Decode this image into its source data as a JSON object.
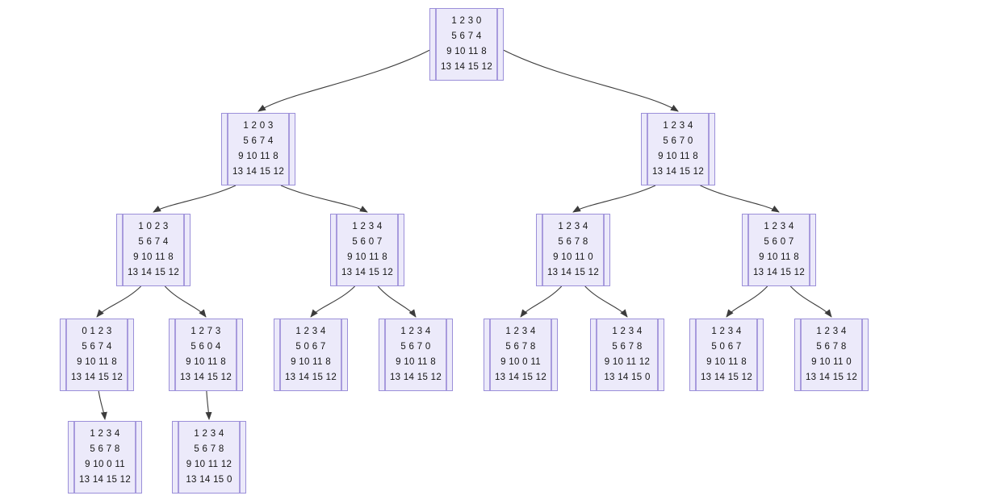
{
  "diagram": {
    "title": "fifteen-puzzle-search-tree"
  },
  "colors": {
    "node_fill": "#eceafa",
    "node_border": "#9b8fd9",
    "edge": "#3c3c3c",
    "text": "#141414",
    "background": "#ffffff"
  },
  "nodes": [
    {
      "id": "root",
      "rows": [
        "1 2 3 0",
        "5 6 7 4",
        "9 10 11 8",
        "13 14 15 12"
      ]
    },
    {
      "id": "l2a",
      "rows": [
        "1 2 0 3",
        "5 6 7 4",
        "9 10 11 8",
        "13 14 15 12"
      ]
    },
    {
      "id": "l2b",
      "rows": [
        "1 2 3 4",
        "5 6 7 0",
        "9 10 11 8",
        "13 14 15 12"
      ]
    },
    {
      "id": "l3a",
      "rows": [
        "1 0 2 3",
        "5 6 7 4",
        "9 10 11 8",
        "13 14 15 12"
      ]
    },
    {
      "id": "l3b",
      "rows": [
        "1 2 3 4",
        "5 6 0 7",
        "9 10 11 8",
        "13 14 15 12"
      ]
    },
    {
      "id": "l3c",
      "rows": [
        "1 2 3 4",
        "5 6 7 8",
        "9 10 11 0",
        "13 14 15 12"
      ]
    },
    {
      "id": "l3d",
      "rows": [
        "1 2 3 4",
        "5 6 0 7",
        "9 10 11 8",
        "13 14 15 12"
      ]
    },
    {
      "id": "l4a",
      "rows": [
        "0 1 2 3",
        "5 6 7 4",
        "9 10 11 8",
        "13 14 15 12"
      ]
    },
    {
      "id": "l4b",
      "rows": [
        "1 2 7 3",
        "5 6 0 4",
        "9 10 11 8",
        "13 14 15 12"
      ]
    },
    {
      "id": "l4c",
      "rows": [
        "1 2 3 4",
        "5 0 6 7",
        "9 10 11 8",
        "13 14 15 12"
      ]
    },
    {
      "id": "l4d",
      "rows": [
        "1 2 3 4",
        "5 6 7 0",
        "9 10 11 8",
        "13 14 15 12"
      ]
    },
    {
      "id": "l4e",
      "rows": [
        "1 2 3 4",
        "5 6 7 8",
        "9 10 0 11",
        "13 14 15 12"
      ]
    },
    {
      "id": "l4f",
      "rows": [
        "1 2 3 4",
        "5 6 7 8",
        "9 10 11 12",
        "13 14 15 0"
      ]
    },
    {
      "id": "l4g",
      "rows": [
        "1 2 3 4",
        "5 0 6 7",
        "9 10 11 8",
        "13 14 15 12"
      ]
    },
    {
      "id": "l4h",
      "rows": [
        "1 2 3 4",
        "5 6 7 8",
        "9 10 11 0",
        "13 14 15 12"
      ]
    },
    {
      "id": "l5a",
      "rows": [
        "1 2 3 4",
        "5 6 7 8",
        "9 10 0 11",
        "13 14 15 12"
      ]
    },
    {
      "id": "l5b",
      "rows": [
        "1 2 3 4",
        "5 6 7 8",
        "9 10 11 12",
        "13 14 15 0"
      ]
    }
  ],
  "edges": [
    {
      "from": "root",
      "to": "l2a"
    },
    {
      "from": "root",
      "to": "l2b"
    },
    {
      "from": "l2a",
      "to": "l3a"
    },
    {
      "from": "l2a",
      "to": "l3b"
    },
    {
      "from": "l2b",
      "to": "l3c"
    },
    {
      "from": "l2b",
      "to": "l3d"
    },
    {
      "from": "l3a",
      "to": "l4a"
    },
    {
      "from": "l3a",
      "to": "l4b"
    },
    {
      "from": "l3b",
      "to": "l4c"
    },
    {
      "from": "l3b",
      "to": "l4d"
    },
    {
      "from": "l3c",
      "to": "l4e"
    },
    {
      "from": "l3c",
      "to": "l4f"
    },
    {
      "from": "l3d",
      "to": "l4g"
    },
    {
      "from": "l3d",
      "to": "l4h"
    },
    {
      "from": "l4a",
      "to": "l5a"
    },
    {
      "from": "l4b",
      "to": "l5b"
    }
  ]
}
